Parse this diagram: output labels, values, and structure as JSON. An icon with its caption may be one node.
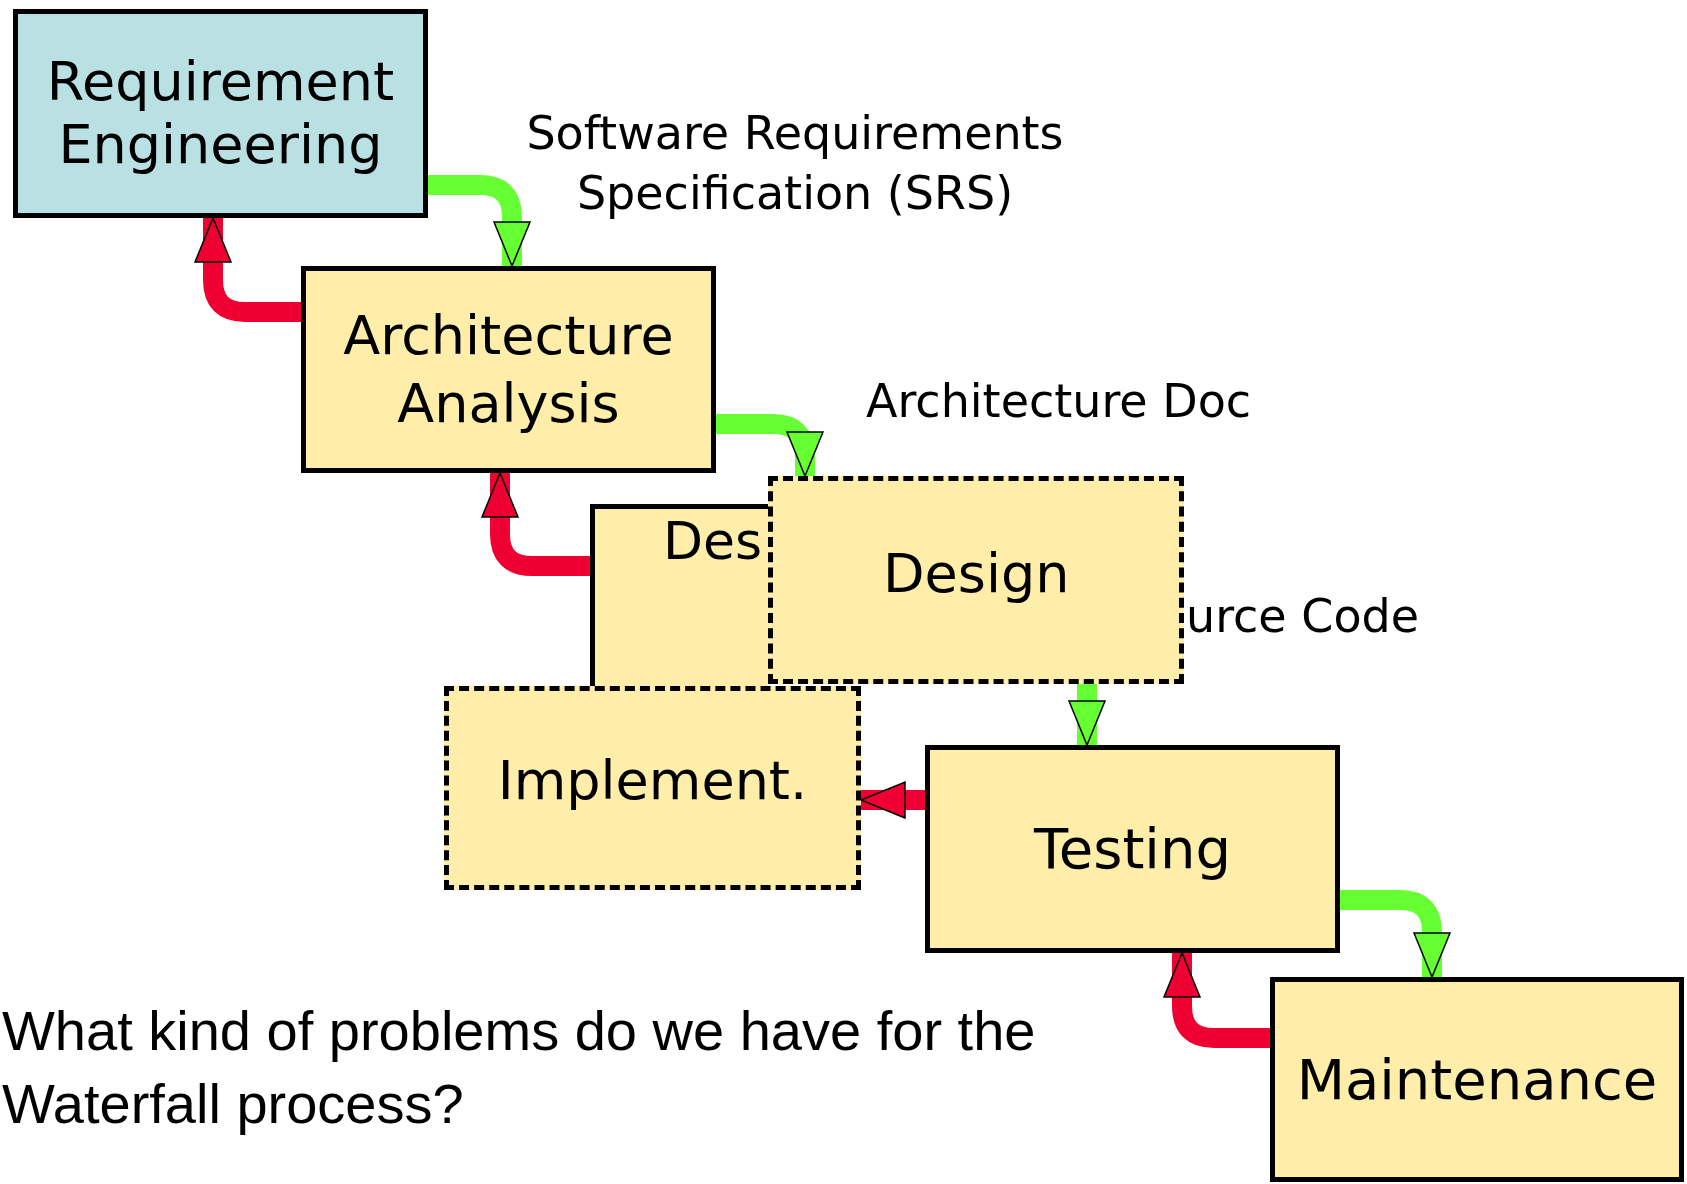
{
  "diagram": {
    "nodes": [
      {
        "text": [
          "Requirement Engineering"
        ]
      },
      {
        "text": [
          "Architecture Analysis"
        ]
      },
      {
        "text": [
          "Des"
        ]
      },
      {
        "text": [
          "Design"
        ]
      },
      {
        "text": [
          "Implement."
        ]
      },
      {
        "text": [
          "Testing"
        ]
      },
      {
        "text": [
          "Maintenance"
        ]
      }
    ],
    "edges": [
      {
        "from": 0,
        "to": 1,
        "arrow": "to",
        "color": "#66ff33"
      },
      {
        "from": 1,
        "to": 0,
        "arrow": "to",
        "color": "#ee0033"
      },
      {
        "from": 1,
        "to": 3,
        "arrow": "to",
        "color": "#66ff33"
      },
      {
        "from": 2,
        "to": 1,
        "arrow": "to",
        "color": "#ee0033"
      },
      {
        "from": 3,
        "to": 5,
        "arrow": "to",
        "color": "#66ff33"
      },
      {
        "from": 5,
        "to": 4,
        "arrow": "to",
        "color": "#ee0033"
      },
      {
        "from": 5,
        "to": 6,
        "arrow": "to",
        "color": "#66ff33"
      },
      {
        "from": 6,
        "to": 5,
        "arrow": "to",
        "color": "#ee0033"
      }
    ],
    "labels": [
      "Software Requirements Specification (SRS)",
      "Architecture Doc",
      "urce Code",
      "What kind of problems do we have for the Waterfall process?"
    ]
  }
}
